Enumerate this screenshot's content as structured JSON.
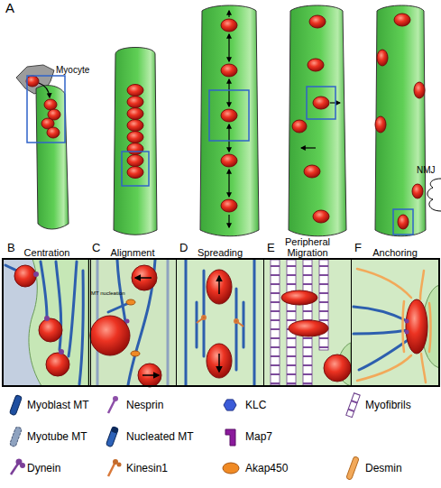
{
  "diagram": {
    "nodes": [
      {
        "text": [
          "Centration"
        ]
      },
      {
        "text": [
          "Alignment"
        ]
      },
      {
        "text": [
          "Spreading"
        ]
      },
      {
        "text": [
          "Peripheral Migration"
        ]
      },
      {
        "text": [
          "Anchoring"
        ]
      }
    ],
    "labels": [
      "A",
      "Myocyte",
      "NMJ",
      "B",
      "C",
      "D",
      "E",
      "F",
      "MT nucleation"
    ],
    "legend": [
      {
        "text": "Myoblast MT"
      },
      {
        "text": "Nesprin"
      },
      {
        "text": "KLC"
      },
      {
        "text": "Myofibrils"
      },
      {
        "text": "Myotube MT"
      },
      {
        "text": "Nucleated MT"
      },
      {
        "text": "Map7"
      },
      {
        "text": "Dynein"
      },
      {
        "text": "Kinesin1"
      },
      {
        "text": "Akap450"
      },
      {
        "text": "Desmin"
      }
    ]
  }
}
